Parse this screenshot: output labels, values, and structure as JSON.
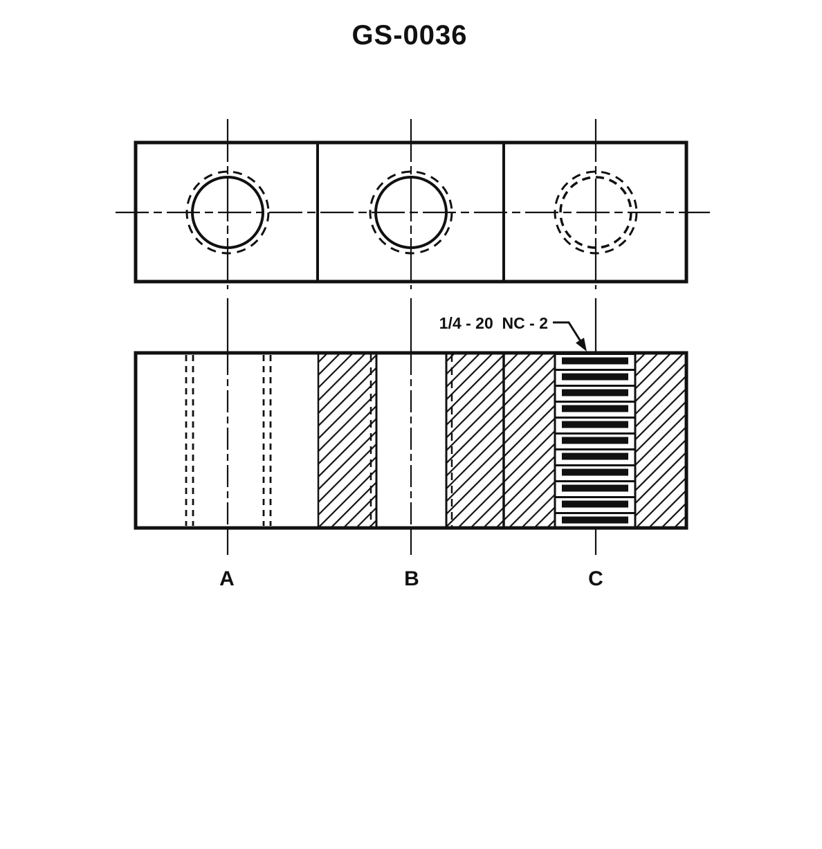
{
  "colors": {
    "ink": "#111111",
    "background": "#ffffff"
  },
  "drawing": {
    "title": "GS-0036",
    "callout": {
      "thread_spec": "1/4 - 20  NC - 2"
    },
    "labels": {
      "hole_a": "A",
      "hole_b": "B",
      "hole_c": "C"
    }
  }
}
